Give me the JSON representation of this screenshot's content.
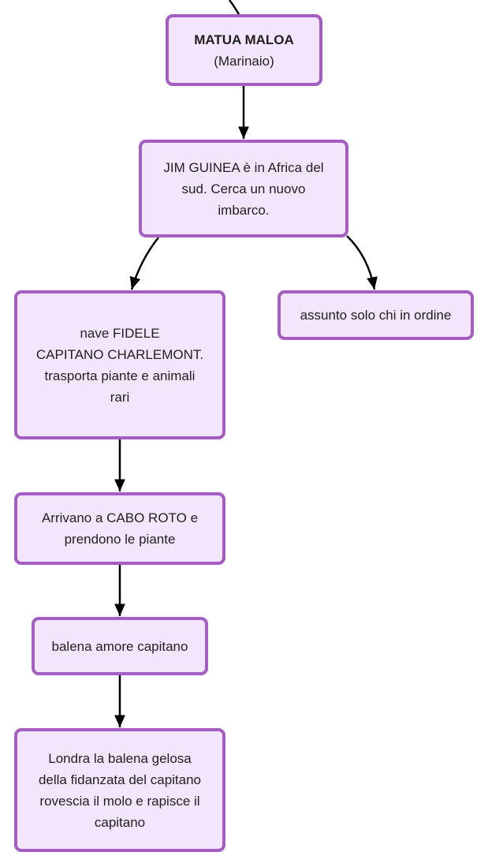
{
  "colors": {
    "node_fill": "#f3e6fc",
    "node_border": "#a45ec2",
    "connector": "#000000",
    "text": "#1f1f1f"
  },
  "nodes": {
    "matua": {
      "title": "MATUA MALOA",
      "subtitle": "(Marinaio)"
    },
    "jim": {
      "lines": [
        "JIM GUINEA è in Africa del",
        "sud. Cerca un nuovo",
        "imbarco."
      ]
    },
    "nave": {
      "lines": [
        "nave FIDELE",
        "CAPITANO CHARLEMONT.",
        "trasporta piante e animali",
        "rari"
      ]
    },
    "assunto": {
      "lines": [
        "assunto solo chi in ordine"
      ]
    },
    "arrivano": {
      "lines": [
        "Arrivano a CABO ROTO e",
        "prendono le piante"
      ]
    },
    "balena": {
      "lines": [
        "balena amore capitano"
      ]
    },
    "londra": {
      "lines": [
        "Londra la balena gelosa",
        "della fidanzata del capitano",
        "rovescia il molo e rapisce il",
        "capitano"
      ]
    }
  },
  "edges": [
    [
      "matua",
      "jim"
    ],
    [
      "jim",
      "nave"
    ],
    [
      "jim",
      "assunto"
    ],
    [
      "nave",
      "arrivano"
    ],
    [
      "arrivano",
      "balena"
    ],
    [
      "balena",
      "londra"
    ]
  ]
}
